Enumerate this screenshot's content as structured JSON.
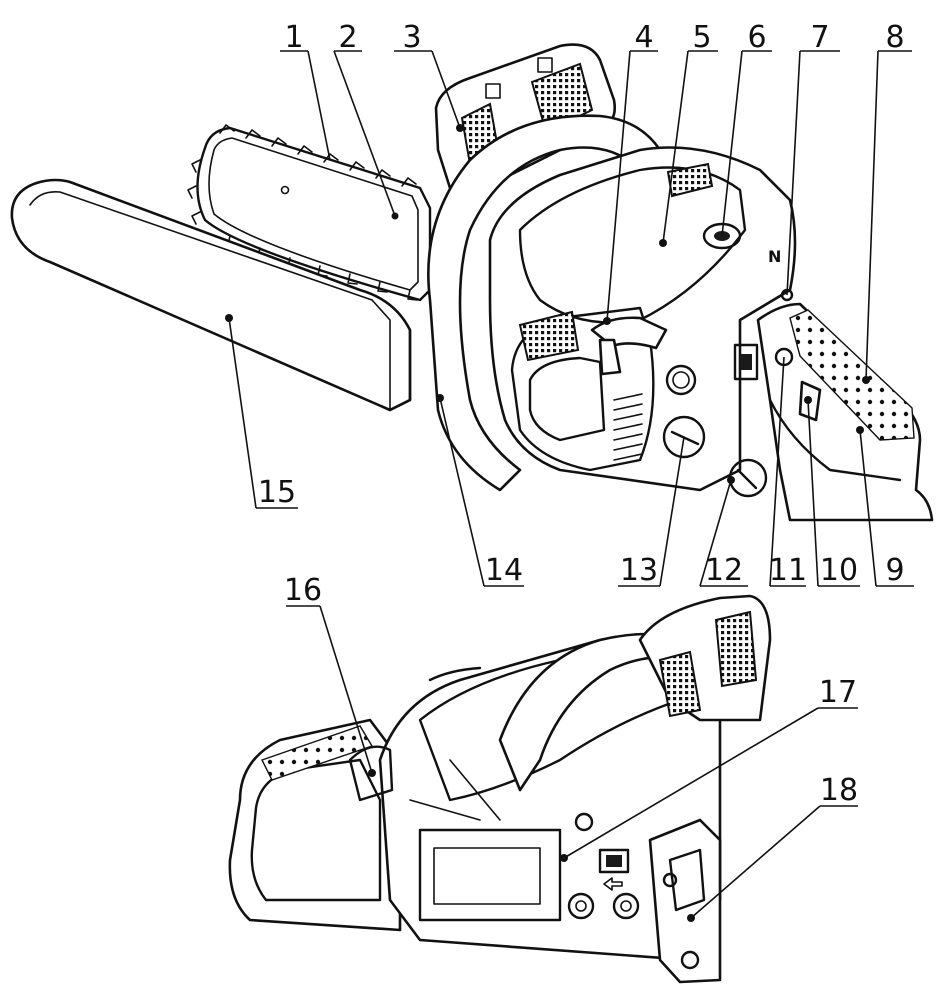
{
  "figure": {
    "callouts": [
      {
        "id": 1,
        "label": "1"
      },
      {
        "id": 2,
        "label": "2"
      },
      {
        "id": 3,
        "label": "3"
      },
      {
        "id": 4,
        "label": "4"
      },
      {
        "id": 5,
        "label": "5"
      },
      {
        "id": 6,
        "label": "6"
      },
      {
        "id": 7,
        "label": "7"
      },
      {
        "id": 8,
        "label": "8"
      },
      {
        "id": 9,
        "label": "9"
      },
      {
        "id": 10,
        "label": "10"
      },
      {
        "id": 11,
        "label": "11"
      },
      {
        "id": 12,
        "label": "12"
      },
      {
        "id": 13,
        "label": "13"
      },
      {
        "id": 14,
        "label": "14"
      },
      {
        "id": 15,
        "label": "15"
      },
      {
        "id": 16,
        "label": "16"
      },
      {
        "id": 17,
        "label": "17"
      },
      {
        "id": 18,
        "label": "18"
      }
    ],
    "colors": {
      "ink": "#111111",
      "paper": "#ffffff"
    }
  }
}
